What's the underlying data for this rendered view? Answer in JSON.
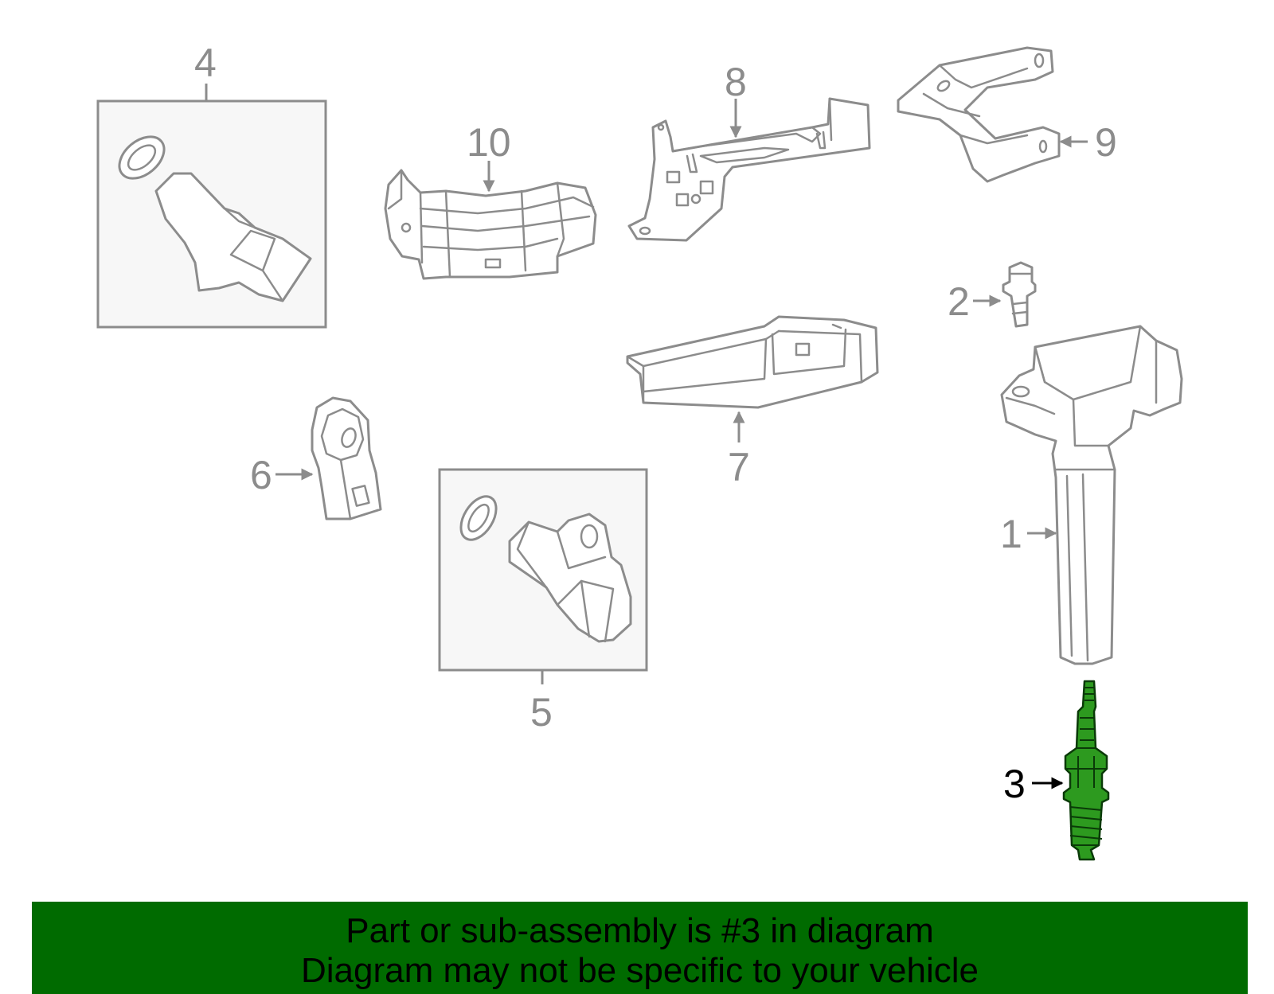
{
  "diagram": {
    "highlight_color": "#2d9a1f",
    "banner_color": "#006b00",
    "callouts": [
      {
        "id": "1",
        "label": "1"
      },
      {
        "id": "2",
        "label": "2"
      },
      {
        "id": "3",
        "label": "3",
        "highlighted": true
      },
      {
        "id": "4",
        "label": "4"
      },
      {
        "id": "5",
        "label": "5"
      },
      {
        "id": "6",
        "label": "6"
      },
      {
        "id": "7",
        "label": "7"
      },
      {
        "id": "8",
        "label": "8"
      },
      {
        "id": "9",
        "label": "9"
      },
      {
        "id": "10",
        "label": "10"
      }
    ]
  },
  "banner": {
    "line1": "Part or sub-assembly is #3 in diagram",
    "line2": "Diagram may not be specific to your vehicle"
  }
}
